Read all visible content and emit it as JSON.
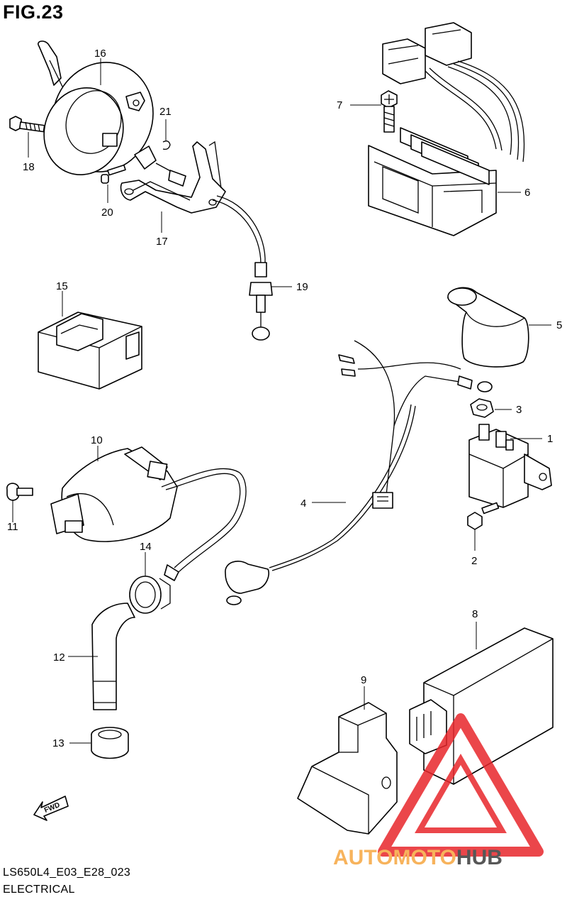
{
  "figure": {
    "title": "FIG.23",
    "model_code": "LS650L4_E03_E28_023",
    "section_name": "ELECTRICAL"
  },
  "callouts": [
    {
      "id": "c1",
      "number": "1"
    },
    {
      "id": "c2",
      "number": "2"
    },
    {
      "id": "c3",
      "number": "3"
    },
    {
      "id": "c4",
      "number": "4"
    },
    {
      "id": "c5",
      "number": "5"
    },
    {
      "id": "c6",
      "number": "6"
    },
    {
      "id": "c7",
      "number": "7"
    },
    {
      "id": "c8",
      "number": "8"
    },
    {
      "id": "c9",
      "number": "9"
    },
    {
      "id": "c10",
      "number": "10"
    },
    {
      "id": "c11",
      "number": "11"
    },
    {
      "id": "c12",
      "number": "12"
    },
    {
      "id": "c13",
      "number": "13"
    },
    {
      "id": "c14",
      "number": "14"
    },
    {
      "id": "c15",
      "number": "15"
    },
    {
      "id": "c16",
      "number": "16"
    },
    {
      "id": "c17",
      "number": "17"
    },
    {
      "id": "c18",
      "number": "18"
    },
    {
      "id": "c19",
      "number": "19"
    },
    {
      "id": "c20",
      "number": "20"
    },
    {
      "id": "c21",
      "number": "21"
    }
  ],
  "direction_marker": {
    "label": "FWD",
    "icon": "forward-arrow-icon"
  },
  "watermark": {
    "part1": "AUTOMOTO",
    "part2": "HUB",
    "color_primary": "#f6a640",
    "color_secondary": "#3a3a3a",
    "triangle_color": "#e8262b"
  }
}
